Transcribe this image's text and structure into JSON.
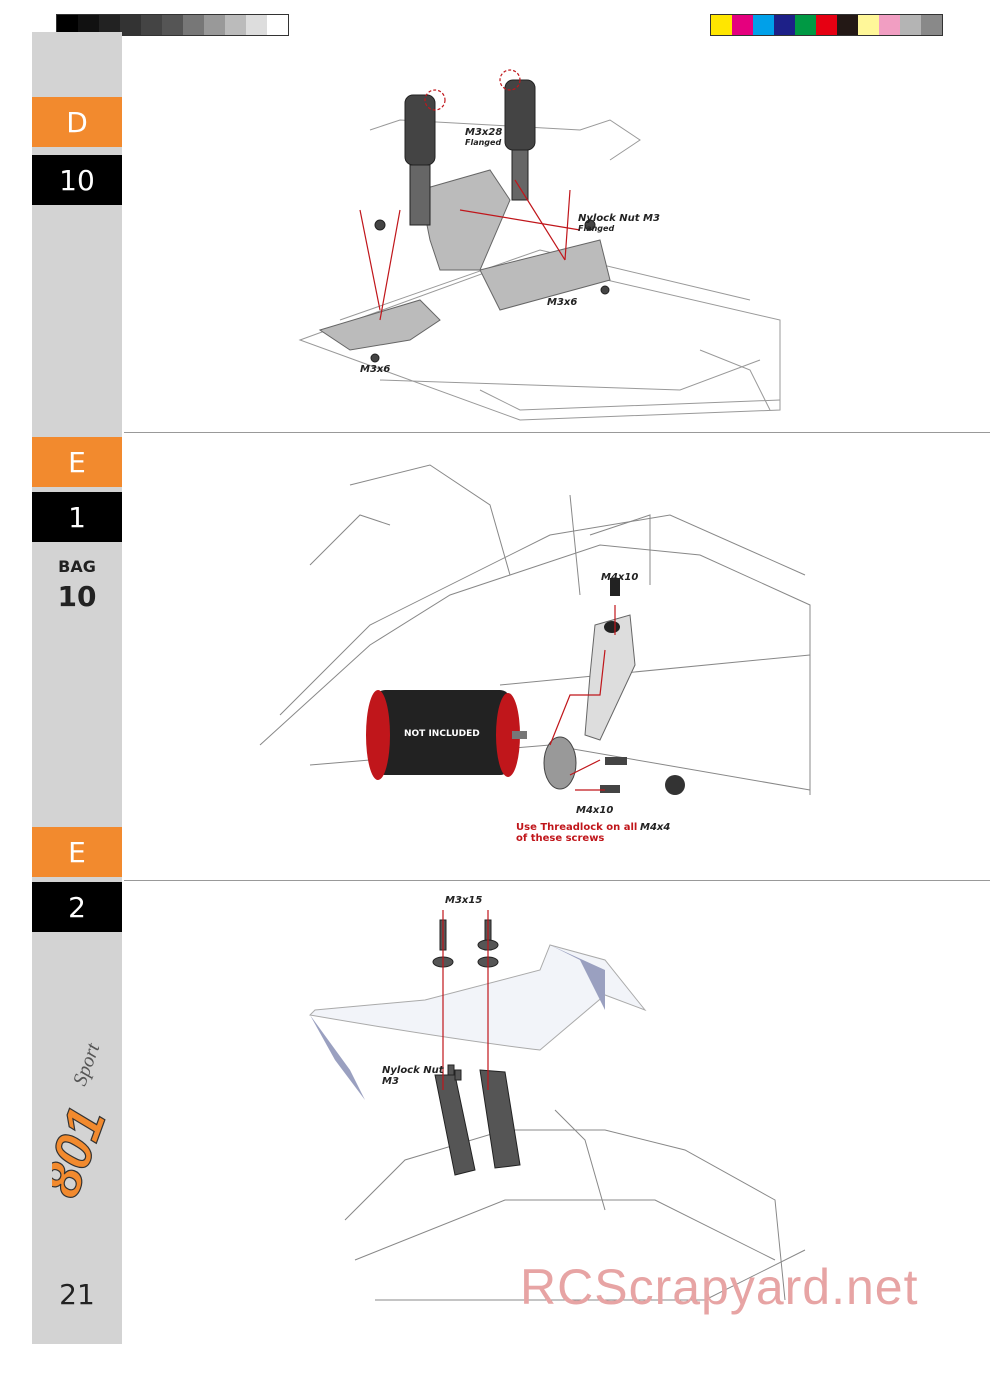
{
  "registration": {
    "grayscale": [
      "#000000",
      "#111111",
      "#222222",
      "#333333",
      "#444444",
      "#555555",
      "#777777",
      "#999999",
      "#bbbbbb",
      "#dddddd",
      "#ffffff"
    ],
    "colors": [
      "#ffe600",
      "#e5007e",
      "#00a0e9",
      "#1d2088",
      "#009944",
      "#e60012",
      "#231815",
      "#fff799",
      "#f19ec2",
      "#b4b4b4",
      "#898989"
    ]
  },
  "steps": [
    {
      "letter": "D",
      "number": "10"
    },
    {
      "letter": "E",
      "number": "1"
    },
    {
      "letter": "E",
      "number": "2"
    }
  ],
  "bag": {
    "label": "BAG",
    "number": "10"
  },
  "d10": {
    "labels": {
      "m3x28": "M3x28",
      "flanged1": "Flanged",
      "nylock": "Nylock Nut M3",
      "flanged2": "Flanged",
      "m3x6_a": "M3x6",
      "m3x6_b": "M3x6"
    }
  },
  "e1": {
    "labels": {
      "m4x10_top": "M4x10",
      "not_included": "NOT INCLUDED",
      "m4x10_bottom": "M4x10",
      "threadlock_1": "Use Threadlock on all",
      "threadlock_2": "of these screws",
      "m4x4": "M4x4"
    }
  },
  "e2": {
    "labels": {
      "m3x15": "M3x15",
      "nylock_1": "Nylock Nut",
      "nylock_2": "M3"
    }
  },
  "logo_text": "801 Sport",
  "page_number": "21",
  "watermark": "RCScrapyard.net"
}
